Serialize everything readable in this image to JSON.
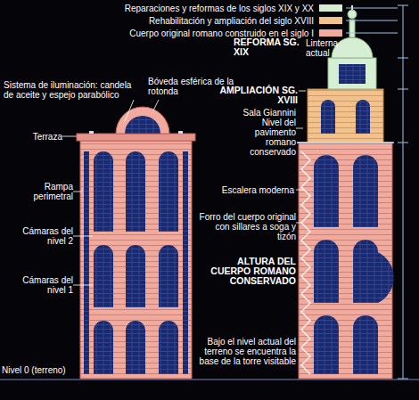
{
  "diagram": {
    "labels": [
      "REFORMA SG. XIX",
      "Linterna actual",
      "Sistema de iluminación: candela de aceite y espejo parabólico",
      "Bóveda esférica de la rotonda",
      "AMPLIACIÓN SG. XVIII",
      "Terraza",
      "Sala Giannini",
      "Nivel del pavimento romano conservado",
      "Rampa perimetral",
      "Escalera moderna",
      "Cámaras del nivel 2",
      "Forro del cuerpo original con sillares a soga y tizón",
      "ALTURA DEL CUERPO ROMANO CONSERVADO",
      "Cámaras del nivel 1",
      "Bajo el nivel actual del terreno se encuentra la base de la torre visitable",
      "Nivel 0 (terreno)"
    ],
    "legend": [
      {
        "text": "Reparaciones y reformas de los siglos XIX y XX",
        "color": "#d6eed3"
      },
      {
        "text": "Rehabilitación y ampliación del siglo XVIII",
        "color": "#f2c18c"
      },
      {
        "text": "Cuerpo original romano construido en el siglo I",
        "color": "#f0aa9e"
      }
    ]
  }
}
